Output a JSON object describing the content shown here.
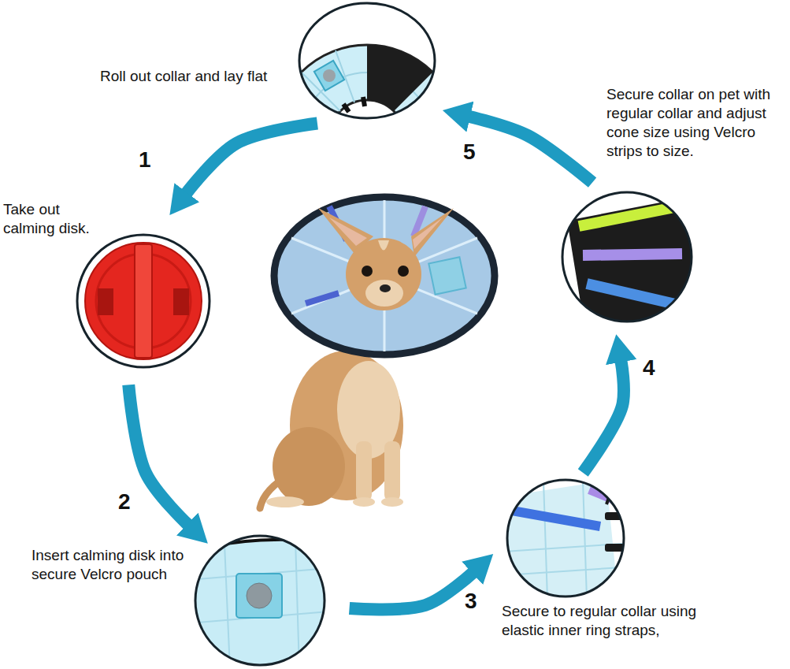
{
  "diagram": {
    "nodes": [
      {
        "text": [
          "Roll out collar and lay flat"
        ]
      },
      {
        "text": [
          "Take out calming disk."
        ]
      },
      {
        "text": [
          "Insert calming disk into secure Velcro pouch"
        ]
      },
      {
        "text": [
          "Secure to regular collar using elastic inner ring straps,"
        ]
      },
      {
        "text": [
          "Secure collar on pet with regular collar and adjust cone size using Velcro strips to size."
        ]
      }
    ],
    "edges": [
      {
        "from": 0,
        "to": 1,
        "arrow": "to",
        "label": "1"
      },
      {
        "from": 1,
        "to": 2,
        "arrow": "to",
        "label": "2"
      },
      {
        "from": 2,
        "to": 3,
        "arrow": "to",
        "label": "3"
      },
      {
        "from": 3,
        "to": 4,
        "arrow": "to",
        "label": "4"
      },
      {
        "from": 4,
        "to": 0,
        "arrow": "to",
        "label": "5"
      }
    ]
  }
}
